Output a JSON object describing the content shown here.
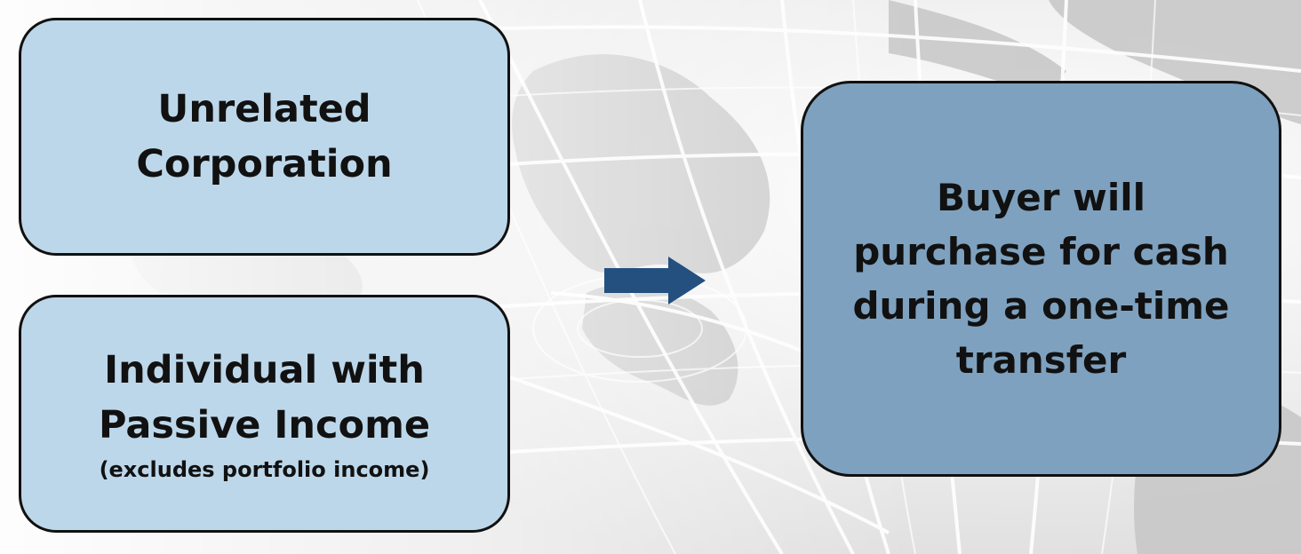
{
  "boxes": {
    "corporation": {
      "label": "Unrelated\nCorporation"
    },
    "individual": {
      "label": "Individual with\nPassive Income",
      "note": "(excludes portfolio income)"
    },
    "buyer": {
      "label": "Buyer will\npurchase for cash\nduring a one-time\ntransfer"
    }
  },
  "colors": {
    "light_box": "#bdd7ea",
    "dark_box": "#7ea1bf",
    "arrow": "#23507f",
    "border": "#111111"
  },
  "icons": {
    "arrow": "arrow-right-icon",
    "background": "globe-map-watermark"
  }
}
